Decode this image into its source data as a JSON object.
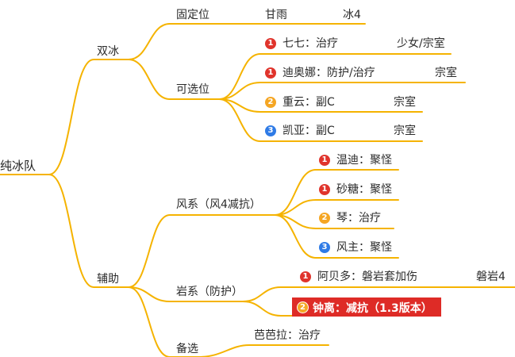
{
  "root": "纯冰队",
  "branches": {
    "shuangbing": {
      "label": "双冰",
      "fixed": {
        "label": "固定位",
        "member": "甘雨",
        "note": "冰4"
      },
      "optional": {
        "label": "可选位",
        "items": [
          {
            "priority": "1",
            "text": "七七：治疗",
            "note": "少女/宗室"
          },
          {
            "priority": "1",
            "text": "迪奥娜：防护/治疗",
            "note": "宗室"
          },
          {
            "priority": "2",
            "text": "重云：副C",
            "note": "宗室"
          },
          {
            "priority": "3",
            "text": "凯亚：副C",
            "note": "宗室"
          }
        ]
      }
    },
    "fuzhu": {
      "label": "辅助",
      "wind": {
        "label": "风系（风4减抗）",
        "items": [
          {
            "priority": "1",
            "text": "温迪：聚怪"
          },
          {
            "priority": "1",
            "text": "砂糖：聚怪"
          },
          {
            "priority": "2",
            "text": "琴：治疗"
          },
          {
            "priority": "3",
            "text": "风主：聚怪"
          }
        ]
      },
      "geo": {
        "label": "岩系（防护）",
        "items": [
          {
            "priority": "1",
            "text": "阿贝多：磐岩套加伤",
            "note": "磐岩4"
          },
          {
            "priority": "2",
            "text": "钟离：减抗（1.3版本）",
            "highlighted": true
          }
        ]
      },
      "backup": {
        "label": "备选",
        "items": [
          {
            "text": "芭芭拉：治疗"
          }
        ]
      }
    }
  },
  "colors": {
    "line": "#f5b300",
    "priority_1": "#e0342c",
    "priority_2": "#f5a623",
    "priority_3": "#2f7be6",
    "highlight_bg": "#de2b26"
  }
}
